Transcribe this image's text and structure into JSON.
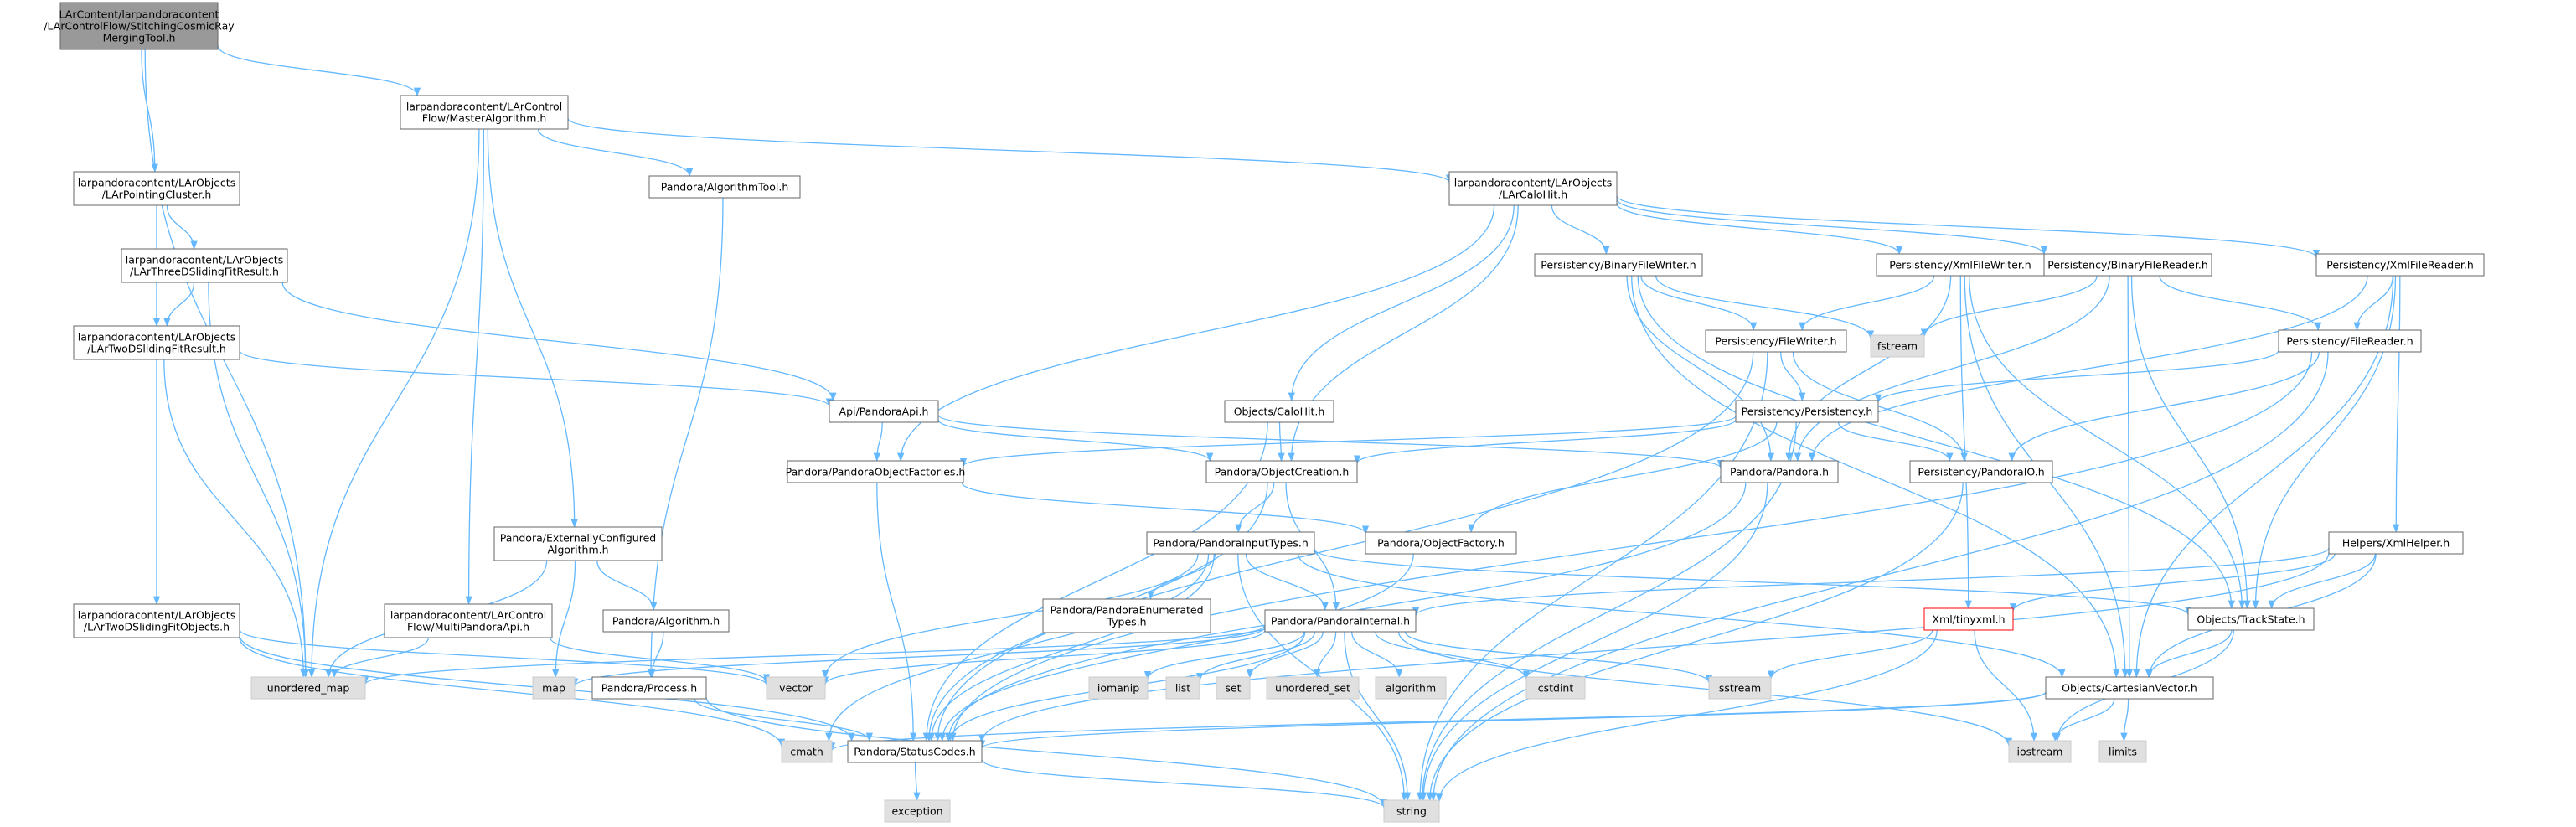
{
  "colors": {
    "edge": "#63b8ff",
    "root_fill": "#999999",
    "root_stroke": "#666666",
    "doc_fill": "#ffffff",
    "doc_stroke": "#666666",
    "sys_fill": "#e0e0e0",
    "sys_stroke": "#cccccc",
    "warn_stroke": "#ff0000"
  },
  "nodes": [
    {
      "id": "root",
      "kind": "root",
      "lines": [
        "LArContent/larpandoracontent",
        "/LArControlFlow/StitchingCosmicRay",
        "MergingTool.h"
      ]
    },
    {
      "id": "master",
      "kind": "doc",
      "lines": [
        "larpandoracontent/LArControl",
        "Flow/MasterAlgorithm.h"
      ]
    },
    {
      "id": "pointing",
      "kind": "doc",
      "lines": [
        "larpandoracontent/LArObjects",
        "/LArPointingCluster.h"
      ]
    },
    {
      "id": "three",
      "kind": "doc",
      "lines": [
        "larpandoracontent/LArObjects",
        "/LArThreeDSlidingFitResult.h"
      ]
    },
    {
      "id": "two",
      "kind": "doc",
      "lines": [
        "larpandoracontent/LArObjects",
        "/LArTwoDSlidingFitResult.h"
      ]
    },
    {
      "id": "twoobj",
      "kind": "doc",
      "lines": [
        "larpandoracontent/LArObjects",
        "/LArTwoDSlidingFitObjects.h"
      ]
    },
    {
      "id": "multi",
      "kind": "doc",
      "lines": [
        "larpandoracontent/LArControl",
        "Flow/MultiPandoraApi.h"
      ]
    },
    {
      "id": "extalg",
      "kind": "doc",
      "lines": [
        "Pandora/ExternallyConfigured",
        "Algorithm.h"
      ]
    },
    {
      "id": "algtool",
      "kind": "doc",
      "lines": [
        "Pandora/AlgorithmTool.h"
      ]
    },
    {
      "id": "algorithm",
      "kind": "doc",
      "lines": [
        "Pandora/Algorithm.h"
      ]
    },
    {
      "id": "process",
      "kind": "doc",
      "lines": [
        "Pandora/Process.h"
      ]
    },
    {
      "id": "api",
      "kind": "doc",
      "lines": [
        "Api/PandoraApi.h"
      ]
    },
    {
      "id": "objfact",
      "kind": "doc",
      "lines": [
        "Pandora/PandoraObjectFactories.h"
      ]
    },
    {
      "id": "calohit",
      "kind": "doc",
      "lines": [
        "larpandoracontent/LArObjects",
        "/LArCaloHit.h"
      ]
    },
    {
      "id": "objcalohit",
      "kind": "doc",
      "lines": [
        "Objects/CaloHit.h"
      ]
    },
    {
      "id": "objcreate",
      "kind": "doc",
      "lines": [
        "Pandora/ObjectCreation.h"
      ]
    },
    {
      "id": "inputtypes",
      "kind": "doc",
      "lines": [
        "Pandora/PandoraInputTypes.h"
      ]
    },
    {
      "id": "enumtypes",
      "kind": "doc",
      "lines": [
        "Pandora/PandoraEnumerated",
        "Types.h"
      ]
    },
    {
      "id": "internal",
      "kind": "doc",
      "lines": [
        "Pandora/PandoraInternal.h"
      ]
    },
    {
      "id": "objfactory",
      "kind": "doc",
      "lines": [
        "Pandora/ObjectFactory.h"
      ]
    },
    {
      "id": "statuscodes",
      "kind": "doc",
      "lines": [
        "Pandora/StatusCodes.h"
      ]
    },
    {
      "id": "binwriter",
      "kind": "doc",
      "lines": [
        "Persistency/BinaryFileWriter.h"
      ]
    },
    {
      "id": "filewriter",
      "kind": "doc",
      "lines": [
        "Persistency/FileWriter.h"
      ]
    },
    {
      "id": "persistency",
      "kind": "doc",
      "lines": [
        "Persistency/Persistency.h"
      ]
    },
    {
      "id": "pandora",
      "kind": "doc",
      "lines": [
        "Pandora/Pandora.h"
      ]
    },
    {
      "id": "xmlwriter",
      "kind": "doc",
      "lines": [
        "Persistency/XmlFileWriter.h"
      ]
    },
    {
      "id": "binreader",
      "kind": "doc",
      "lines": [
        "Persistency/BinaryFileReader.h"
      ]
    },
    {
      "id": "xmlreader",
      "kind": "doc",
      "lines": [
        "Persistency/XmlFileReader.h"
      ]
    },
    {
      "id": "filereader",
      "kind": "doc",
      "lines": [
        "Persistency/FileReader.h"
      ]
    },
    {
      "id": "pandoraio",
      "kind": "doc",
      "lines": [
        "Persistency/PandoraIO.h"
      ]
    },
    {
      "id": "xmlhelper",
      "kind": "doc",
      "lines": [
        "Helpers/XmlHelper.h"
      ]
    },
    {
      "id": "tinyxml",
      "kind": "warn",
      "lines": [
        "Xml/tinyxml.h"
      ]
    },
    {
      "id": "trackstate",
      "kind": "doc",
      "lines": [
        "Objects/TrackState.h"
      ]
    },
    {
      "id": "cartesian",
      "kind": "doc",
      "lines": [
        "Objects/CartesianVector.h"
      ]
    },
    {
      "id": "unordered_map",
      "kind": "sys",
      "lines": [
        "unordered_map"
      ]
    },
    {
      "id": "map",
      "kind": "sys",
      "lines": [
        "map"
      ]
    },
    {
      "id": "vector",
      "kind": "sys",
      "lines": [
        "vector"
      ]
    },
    {
      "id": "cmath",
      "kind": "sys",
      "lines": [
        "cmath"
      ]
    },
    {
      "id": "iomanip",
      "kind": "sys",
      "lines": [
        "iomanip"
      ]
    },
    {
      "id": "list",
      "kind": "sys",
      "lines": [
        "list"
      ]
    },
    {
      "id": "set",
      "kind": "sys",
      "lines": [
        "set"
      ]
    },
    {
      "id": "unordered_set",
      "kind": "sys",
      "lines": [
        "unordered_set"
      ]
    },
    {
      "id": "algorithmstd",
      "kind": "sys",
      "lines": [
        "algorithm"
      ]
    },
    {
      "id": "cstdint",
      "kind": "sys",
      "lines": [
        "cstdint"
      ]
    },
    {
      "id": "sstream",
      "kind": "sys",
      "lines": [
        "sstream"
      ]
    },
    {
      "id": "fstream",
      "kind": "sys",
      "lines": [
        "fstream"
      ]
    },
    {
      "id": "iostream",
      "kind": "sys",
      "lines": [
        "iostream"
      ]
    },
    {
      "id": "limits",
      "kind": "sys",
      "lines": [
        "limits"
      ]
    },
    {
      "id": "exception",
      "kind": "sys",
      "lines": [
        "exception"
      ]
    },
    {
      "id": "string",
      "kind": "sys",
      "lines": [
        "string"
      ]
    }
  ],
  "edges": [
    [
      "root",
      "master"
    ],
    [
      "root",
      "pointing"
    ],
    [
      "root",
      "unordered_map"
    ],
    [
      "master",
      "algtool"
    ],
    [
      "master",
      "calohit"
    ],
    [
      "master",
      "extalg"
    ],
    [
      "master",
      "multi"
    ],
    [
      "master",
      "unordered_map"
    ],
    [
      "pointing",
      "three"
    ],
    [
      "pointing",
      "two"
    ],
    [
      "three",
      "two"
    ],
    [
      "three",
      "api"
    ],
    [
      "three",
      "unordered_map"
    ],
    [
      "two",
      "twoobj"
    ],
    [
      "two",
      "api"
    ],
    [
      "two",
      "unordered_map"
    ],
    [
      "twoobj",
      "statuscodes"
    ],
    [
      "twoobj",
      "cmath"
    ],
    [
      "twoobj",
      "vector"
    ],
    [
      "multi",
      "unordered_map"
    ],
    [
      "multi",
      "vector"
    ],
    [
      "extalg",
      "algorithm"
    ],
    [
      "extalg",
      "map"
    ],
    [
      "extalg",
      "unordered_map"
    ],
    [
      "algtool",
      "process"
    ],
    [
      "algorithm",
      "process"
    ],
    [
      "process",
      "statuscodes"
    ],
    [
      "process",
      "string"
    ],
    [
      "api",
      "objfact"
    ],
    [
      "api",
      "objcreate"
    ],
    [
      "api",
      "pandora"
    ],
    [
      "objfact",
      "objfactory"
    ],
    [
      "objfact",
      "statuscodes"
    ],
    [
      "calohit",
      "objfact"
    ],
    [
      "calohit",
      "objcalohit"
    ],
    [
      "calohit",
      "objcreate"
    ],
    [
      "calohit",
      "binwriter"
    ],
    [
      "calohit",
      "xmlwriter"
    ],
    [
      "calohit",
      "binreader"
    ],
    [
      "calohit",
      "xmlreader"
    ],
    [
      "objcalohit",
      "objcreate"
    ],
    [
      "objcalohit",
      "statuscodes"
    ],
    [
      "objcreate",
      "inputtypes"
    ],
    [
      "objcreate",
      "internal"
    ],
    [
      "objcreate",
      "statuscodes"
    ],
    [
      "inputtypes",
      "enumtypes"
    ],
    [
      "inputtypes",
      "internal"
    ],
    [
      "inputtypes",
      "statuscodes"
    ],
    [
      "inputtypes",
      "trackstate"
    ],
    [
      "inputtypes",
      "cartesian"
    ],
    [
      "inputtypes",
      "vector"
    ],
    [
      "inputtypes",
      "string"
    ],
    [
      "inputtypes",
      "cmath"
    ],
    [
      "internal",
      "unordered_map"
    ],
    [
      "internal",
      "map"
    ],
    [
      "internal",
      "vector"
    ],
    [
      "internal",
      "iomanip"
    ],
    [
      "internal",
      "list"
    ],
    [
      "internal",
      "set"
    ],
    [
      "internal",
      "unordered_set"
    ],
    [
      "internal",
      "algorithmstd"
    ],
    [
      "internal",
      "cstdint"
    ],
    [
      "internal",
      "sstream"
    ],
    [
      "internal",
      "iostream"
    ],
    [
      "internal",
      "statuscodes"
    ],
    [
      "internal",
      "string"
    ],
    [
      "objfactory",
      "statuscodes"
    ],
    [
      "statuscodes",
      "exception"
    ],
    [
      "statuscodes",
      "string"
    ],
    [
      "binwriter",
      "filewriter"
    ],
    [
      "binwriter",
      "fstream"
    ],
    [
      "binwriter",
      "pandora"
    ],
    [
      "binwriter",
      "cartesian"
    ],
    [
      "binwriter",
      "trackstate"
    ],
    [
      "filewriter",
      "persistency"
    ],
    [
      "filewriter",
      "pandoraio"
    ],
    [
      "filewriter",
      "statuscodes"
    ],
    [
      "filewriter",
      "string"
    ],
    [
      "persistency",
      "objfact"
    ],
    [
      "persistency",
      "objcreate"
    ],
    [
      "persistency",
      "objfactory"
    ],
    [
      "persistency",
      "pandoraio"
    ],
    [
      "persistency",
      "string"
    ],
    [
      "pandora",
      "statuscodes"
    ],
    [
      "pandora",
      "string"
    ],
    [
      "xmlwriter",
      "filewriter"
    ],
    [
      "xmlwriter",
      "pandora"
    ],
    [
      "xmlwriter",
      "tinyxml"
    ],
    [
      "xmlwriter",
      "cartesian"
    ],
    [
      "xmlwriter",
      "trackstate"
    ],
    [
      "binreader",
      "filereader"
    ],
    [
      "binreader",
      "fstream"
    ],
    [
      "binreader",
      "pandora"
    ],
    [
      "binreader",
      "cartesian"
    ],
    [
      "binreader",
      "trackstate"
    ],
    [
      "xmlreader",
      "filereader"
    ],
    [
      "xmlreader",
      "pandora"
    ],
    [
      "xmlreader",
      "xmlhelper"
    ],
    [
      "xmlreader",
      "trackstate"
    ],
    [
      "xmlreader",
      "cartesian"
    ],
    [
      "filereader",
      "persistency"
    ],
    [
      "filereader",
      "pandoraio"
    ],
    [
      "filereader",
      "statuscodes"
    ],
    [
      "filereader",
      "string"
    ],
    [
      "pandoraio",
      "string"
    ],
    [
      "xmlhelper",
      "internal"
    ],
    [
      "xmlhelper",
      "tinyxml"
    ],
    [
      "xmlhelper",
      "trackstate"
    ],
    [
      "xmlhelper",
      "cartesian"
    ],
    [
      "xmlhelper",
      "statuscodes"
    ],
    [
      "tinyxml",
      "sstream"
    ],
    [
      "tinyxml",
      "iostream"
    ],
    [
      "tinyxml",
      "string"
    ],
    [
      "trackstate",
      "cartesian"
    ],
    [
      "trackstate",
      "iostream"
    ],
    [
      "cartesian",
      "cmath"
    ],
    [
      "cartesian",
      "iostream"
    ],
    [
      "cartesian",
      "limits"
    ],
    [
      "cartesian",
      "statuscodes"
    ]
  ]
}
